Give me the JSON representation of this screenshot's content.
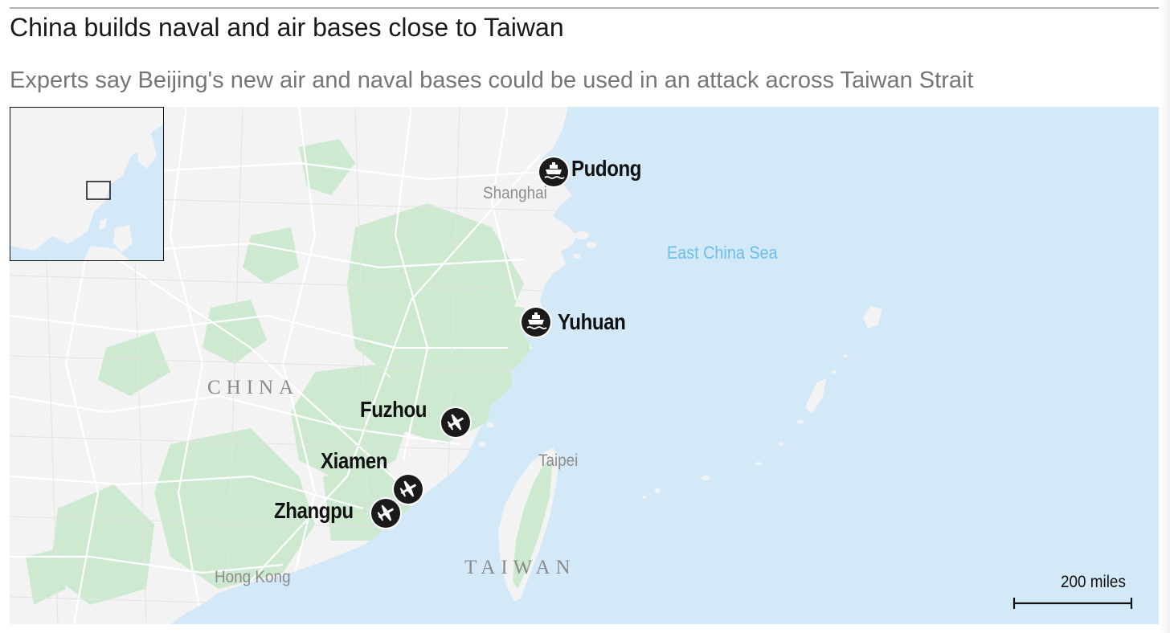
{
  "header": {
    "title": "China builds naval and air bases close to Taiwan",
    "subtitle": "Experts say Beijing's new air and naval bases could be used in an attack across Taiwan Strait"
  },
  "map": {
    "colors": {
      "water": "#d3e9f8",
      "land": "#f3f3f3",
      "vegetation": "#cde9cf",
      "roads": "#ffffff",
      "marker": "#1b1b1b"
    },
    "country_labels": {
      "china": "CHINA",
      "taiwan": "TAIWAN"
    },
    "water_labels": {
      "east_china_sea": "East China Sea"
    },
    "city_labels": {
      "shanghai": "Shanghai",
      "taipei": "Taipei",
      "hong_kong": "Hong Kong"
    },
    "bases": [
      {
        "name": "Pudong",
        "type": "naval",
        "icon": "ship-icon"
      },
      {
        "name": "Yuhuan",
        "type": "naval",
        "icon": "ship-icon"
      },
      {
        "name": "Fuzhou",
        "type": "air",
        "icon": "airplane-icon"
      },
      {
        "name": "Xiamen",
        "type": "air",
        "icon": "airplane-icon"
      },
      {
        "name": "Zhangpu",
        "type": "air",
        "icon": "airplane-icon"
      }
    ],
    "scale_bar": {
      "label": "200 miles"
    },
    "inset": {
      "icon": "locator-inset-map"
    }
  }
}
